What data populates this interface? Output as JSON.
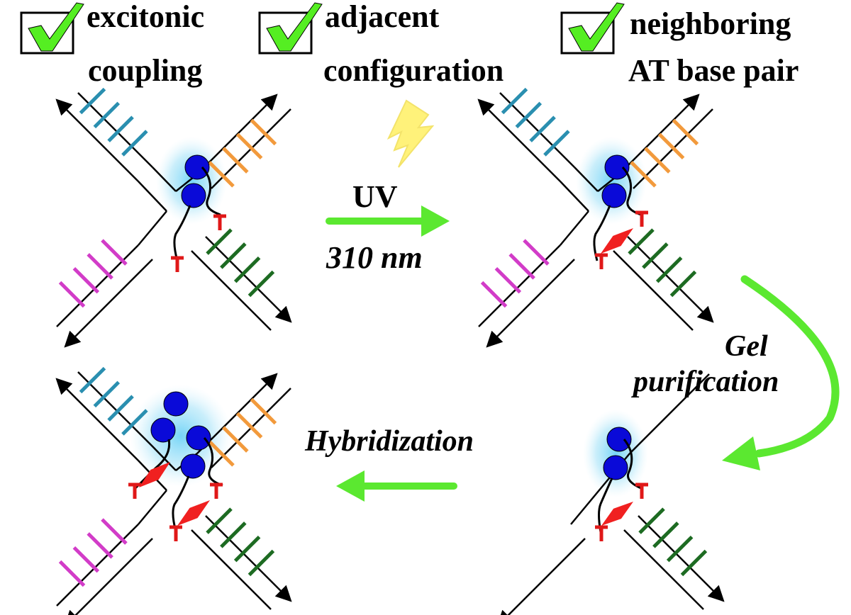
{
  "checklist": [
    {
      "line1": "excitonic",
      "line2": "coupling"
    },
    {
      "line1": "adjacent",
      "line2": "configuration"
    },
    {
      "line1": "neighboring",
      "line2": "AT base pair"
    }
  ],
  "steps": {
    "uv_label": "UV",
    "wavelength": "310 nm",
    "gel_line1": "Gel",
    "gel_line2": "purification",
    "hybridization": "Hybridization"
  },
  "colors": {
    "check": "#55ee22",
    "arrow_green": "#5be830",
    "dye": "#0a0ad8",
    "glow": "#7fd8f5",
    "thymine": "#e01818",
    "crosslink": "#f02020",
    "lightning": "#fff27a",
    "arm_blue": "#2a8fb0",
    "arm_orange": "#f29a3c",
    "arm_magenta": "#d23cc8",
    "arm_green": "#1d6b22"
  },
  "icons": [
    "checkmark-icon",
    "lightning-icon",
    "arrow-icon"
  ]
}
